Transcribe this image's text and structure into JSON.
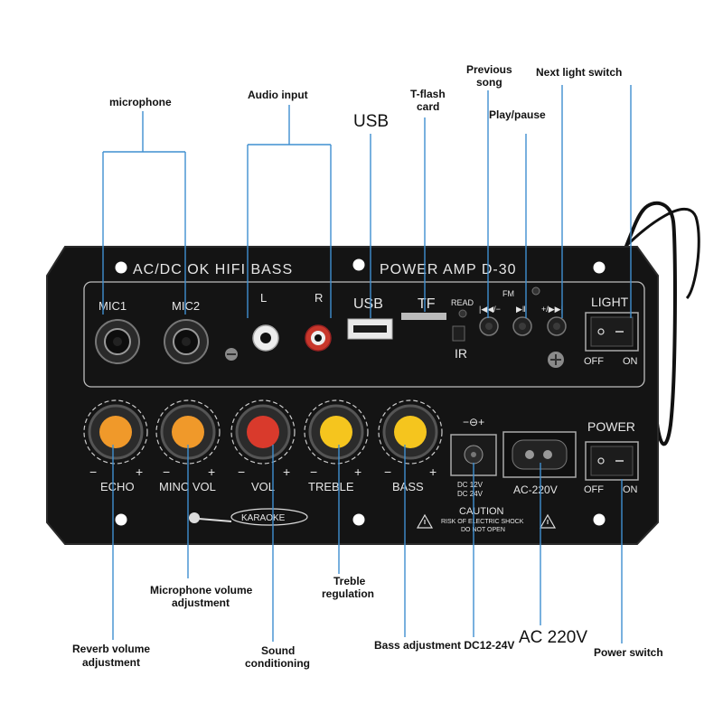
{
  "panel": {
    "header_left": "AC/DC  OK  HIFI  BASS",
    "header_right": "POWER  AMP  D-30",
    "mic1": "MIC1",
    "mic2": "MIC2",
    "left": "L",
    "right": "R",
    "usb": "USB",
    "tf": "TF",
    "read": "READ",
    "ir": "IR",
    "fm": "FM",
    "prev_symbol": "|◀◀/−",
    "play_symbol": "▶‖",
    "next_symbol": "+/▶▶|",
    "light": "LIGHT",
    "light_off": "OFF",
    "light_on": "ON",
    "power": "POWER",
    "power_off": "OFF",
    "power_on": "ON",
    "knob_echo": "ECHO",
    "knob_minc": "MINC VOL",
    "knob_vol": "VOL",
    "knob_treble": "TREBLE",
    "knob_bass": "BASS",
    "minus": "−",
    "plus": "+",
    "dc_polarity": "−⊖+",
    "dc_label_1": "DC 12V",
    "dc_label_2": "DC 24V",
    "ac_label": "AC-220V",
    "karaoke": "KARAOKE",
    "caution_title": "CAUTION",
    "caution_line1": "RISK OF ELECTRIC SHOCK",
    "caution_line2": "DO NOT OPEN"
  },
  "callouts": {
    "microphone": "microphone",
    "audio_input": "Audio input",
    "usb": "USB",
    "tflash_1": "T-flash",
    "tflash_2": "card",
    "previous_1": "Previous",
    "previous_2": "song",
    "play_pause": "Play/pause",
    "next_light": "Next light switch",
    "reverb_1": "Reverb volume",
    "reverb_2": "adjustment",
    "mic_vol_1": "Microphone volume",
    "mic_vol_2": "adjustment",
    "sound_1": "Sound",
    "sound_2": "conditioning",
    "treble_1": "Treble",
    "treble_2": "regulation",
    "bass_dc": "Bass adjustment DC12-24V",
    "ac220": "AC 220V",
    "power_switch": "Power switch"
  },
  "colors": {
    "panel": "#141414",
    "panel_text": "#e6e6e6",
    "leader": "#3f8fd0",
    "knob_orange": "#f0992a",
    "knob_red": "#d93a2c",
    "knob_yellow": "#f5c51e"
  }
}
